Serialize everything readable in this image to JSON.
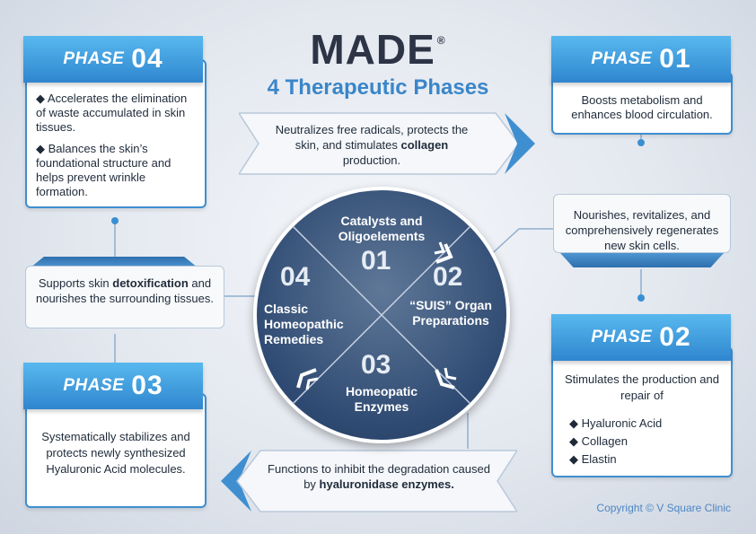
{
  "title": {
    "brand": "MADE",
    "registered": "®",
    "subtitle": "4 Therapeutic Phases"
  },
  "phases": {
    "p04": {
      "word": "PHASE",
      "num": "04",
      "items": [
        "Accelerates the elimination of waste accumulated in skin tissues.",
        "Balances the skin’s foundational structure and helps prevent wrinkle formation."
      ]
    },
    "p01": {
      "word": "PHASE",
      "num": "01",
      "text": "Boosts metabolism and enhances blood circulation."
    },
    "p03": {
      "word": "PHASE",
      "num": "03",
      "text": "Systematically stabilizes and protects newly synthesized Hyaluronic Acid molecules."
    },
    "p02": {
      "word": "PHASE",
      "num": "02",
      "text": "Stimulates the production and repair of",
      "items": [
        "Hyaluronic Acid",
        "Collagen",
        "Elastin"
      ]
    }
  },
  "bubbles": {
    "top_pre": "Neutralizes free radicals, protects the skin, and stimulates ",
    "top_bold": "collagen",
    "top_post": " production.",
    "right": "Nourishes, revitalizes, and comprehensively regenerates new skin cells.",
    "left_pre": "Supports skin ",
    "left_bold": "detoxification",
    "left_post": " and nourishes the surrounding tissues.",
    "bottom_pre": "Functions to inhibit the degradation caused by ",
    "bottom_bold": "hyaluronidase enzymes."
  },
  "circle": {
    "q01": {
      "num": "01",
      "label": "Catalysts and Oligoelements"
    },
    "q02": {
      "num": "02",
      "label": "“SUIS” Organ Preparations"
    },
    "q03": {
      "num": "03",
      "label": "Homeopatic Enzymes"
    },
    "q04": {
      "num": "04",
      "label": "Classic Homeopathic Remedies"
    }
  },
  "copyright": "Copyright © V Square Clinic",
  "colors": {
    "accent": "#3f8fd0",
    "navy": "#2f4a72",
    "title": "#2d3445"
  }
}
